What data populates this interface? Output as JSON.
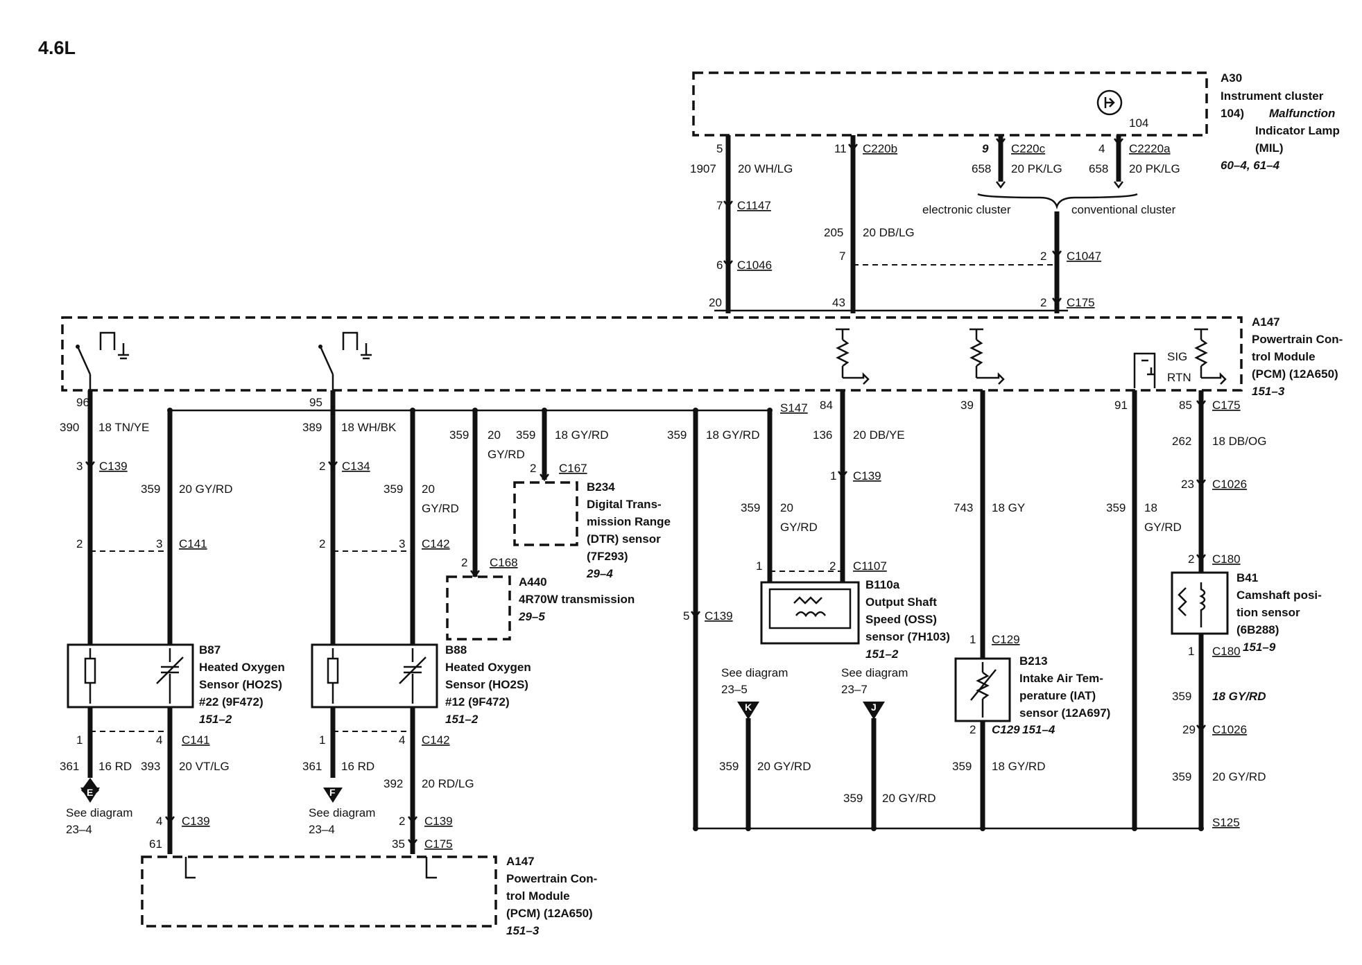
{
  "title": "4.6L",
  "components": {
    "a30": {
      "ref": "A30",
      "name_lines": [
        "Instrument cluster"
      ],
      "sub_prefix": "104)",
      "sub_lines": [
        "Malfunction",
        "Indicator Lamp",
        "(MIL)"
      ],
      "page": "60–4, 61–4",
      "lamp_pin": "104"
    },
    "a147_top": {
      "ref": "A147",
      "name_lines": [
        "Powertrain Con-",
        "trol Module",
        "(PCM) (12A650)"
      ],
      "page": "151–3",
      "sig": "SIG",
      "rtn": "RTN"
    },
    "a147_bottom": {
      "ref": "A147",
      "name_lines": [
        "Powertrain Con-",
        "trol Module",
        "(PCM) (12A650)"
      ],
      "page": "151–3"
    },
    "b87": {
      "ref": "B87",
      "name_lines": [
        "Heated Oxygen",
        "Sensor (HO2S)",
        "#22 (9F472)"
      ],
      "page": "151–2"
    },
    "b88": {
      "ref": "B88",
      "name_lines": [
        "Heated Oxygen",
        "Sensor (HO2S)",
        "#12 (9F472)"
      ],
      "page": "151–2"
    },
    "b234": {
      "ref": "B234",
      "name_lines": [
        "Digital Trans-",
        "mission Range",
        "(DTR) sensor",
        "(7F293)"
      ],
      "page": "29–4"
    },
    "a440": {
      "ref": "A440",
      "name_lines": [
        "4R70W transmission"
      ],
      "page": "29–5"
    },
    "b110a": {
      "ref": "B110a",
      "name_lines": [
        "Output Shaft",
        "Speed (OSS)",
        "sensor (7H103)"
      ],
      "page": "151–2"
    },
    "b213": {
      "ref": "B213",
      "name_lines": [
        "Intake Air Tem-",
        "perature (IAT)",
        "sensor (12A697)"
      ],
      "page": "151–4"
    },
    "b41": {
      "ref": "B41",
      "name_lines": [
        "Camshaft posi-",
        "tion sensor",
        "(6B288)"
      ],
      "page": "151–9"
    }
  },
  "notes": {
    "electronic_cluster": "electronic cluster",
    "conventional_cluster": "conventional cluster",
    "see_diagram": "See diagram",
    "d_23_4": "23–4",
    "d_23_5": "23–5",
    "d_23_7": "23–7"
  },
  "grounds": {
    "e": "E",
    "f": "F",
    "k": "K",
    "j": "J"
  },
  "splices": {
    "s147": "S147",
    "s125": "S125"
  },
  "connectors": {
    "c220b": "C220b",
    "c220c": "C220c",
    "c2220a": "C2220a",
    "c1147": "C1147",
    "c1046": "C1046",
    "c1047": "C1047",
    "c175_top": "C175",
    "c139_a": "C139",
    "c141_a": "C141",
    "c141_b": "C141",
    "c139_b": "C139",
    "c134": "C134",
    "c142_a": "C142",
    "c142_b": "C142",
    "c139_c": "C139",
    "c175_b": "C175",
    "c167": "C167",
    "c168": "C168",
    "c139_d": "C139",
    "c139_e": "C139",
    "c1107": "C1107",
    "c129_a": "C129",
    "c129_b": "C129",
    "c175_c": "C175",
    "c1026_a": "C1026",
    "c180_a": "C180",
    "c180_b": "C180",
    "c1026_b": "C1026"
  },
  "pins": {
    "a30_5": "5",
    "a30_11": "11",
    "a30_9": "9",
    "a30_4": "4",
    "c1147_7": "7",
    "c1046_6": "6",
    "pcm_20": "20",
    "c205_7": "7",
    "pcm_43": "43",
    "c1047_2": "2",
    "c175_2": "2",
    "pcm_96": "96",
    "c139_3": "3",
    "c141_2": "2",
    "c141_3": "3",
    "b87_1": "1",
    "b87_4": "4",
    "c139_4": "4",
    "pcm_61": "61",
    "pcm_95": "95",
    "c134_2": "2",
    "c142_2": "2",
    "c142_3": "3",
    "b88_1": "1",
    "b88_4": "4",
    "c139_2": "2",
    "pcm_35": "35",
    "c167_2": "2",
    "c168_2": "2",
    "c139_5": "5",
    "pcm_84": "84",
    "c139_1": "1",
    "b110_1": "1",
    "b110_2": "2",
    "pcm_39": "39",
    "c129_1": "1",
    "c129_2": "2",
    "pcm_91": "91",
    "pcm_85": "85",
    "c1026_23": "23",
    "c180_2": "2",
    "c180_1": "1",
    "c1026_29": "29"
  },
  "wires": {
    "w1907": [
      "1907",
      "20 WH/LG"
    ],
    "w658a": [
      "658",
      "20 PK/LG"
    ],
    "w658b": [
      "658",
      "20 PK/LG"
    ],
    "w205": [
      "205",
      "20 DB/LG"
    ],
    "w390": [
      "390",
      "18 TN/YE"
    ],
    "w359a": [
      "359",
      "20 GY/RD"
    ],
    "w361a": [
      "361",
      "16 RD"
    ],
    "w393": [
      "393",
      "20 VT/LG"
    ],
    "w389": [
      "389",
      "18 WH/BK"
    ],
    "w359b": [
      "359",
      "20",
      "GY/RD"
    ],
    "w361b": [
      "361",
      "16 RD"
    ],
    "w392": [
      "392",
      "20 RD/LG"
    ],
    "w359c": [
      "359",
      "20",
      "GY/RD"
    ],
    "w359d": [
      "359",
      "18 GY/RD"
    ],
    "w359e": [
      "359",
      "18 GY/RD"
    ],
    "w359f": [
      "359",
      "20",
      "GY/RD"
    ],
    "w136": [
      "136",
      "20 DB/YE"
    ],
    "w743": [
      "743",
      "18 GY"
    ],
    "w359g": [
      "359",
      "18",
      "GY/RD"
    ],
    "w262": [
      "262",
      "18 DB/OG"
    ],
    "w359h": [
      "359",
      "18 GY/RD"
    ],
    "w359i": [
      "359",
      "20 GY/RD"
    ],
    "w359k": [
      "359",
      "20 GY/RD"
    ],
    "w359j": [
      "359",
      "20 GY/RD"
    ],
    "w359l": [
      "359",
      "18 GY/RD"
    ]
  }
}
